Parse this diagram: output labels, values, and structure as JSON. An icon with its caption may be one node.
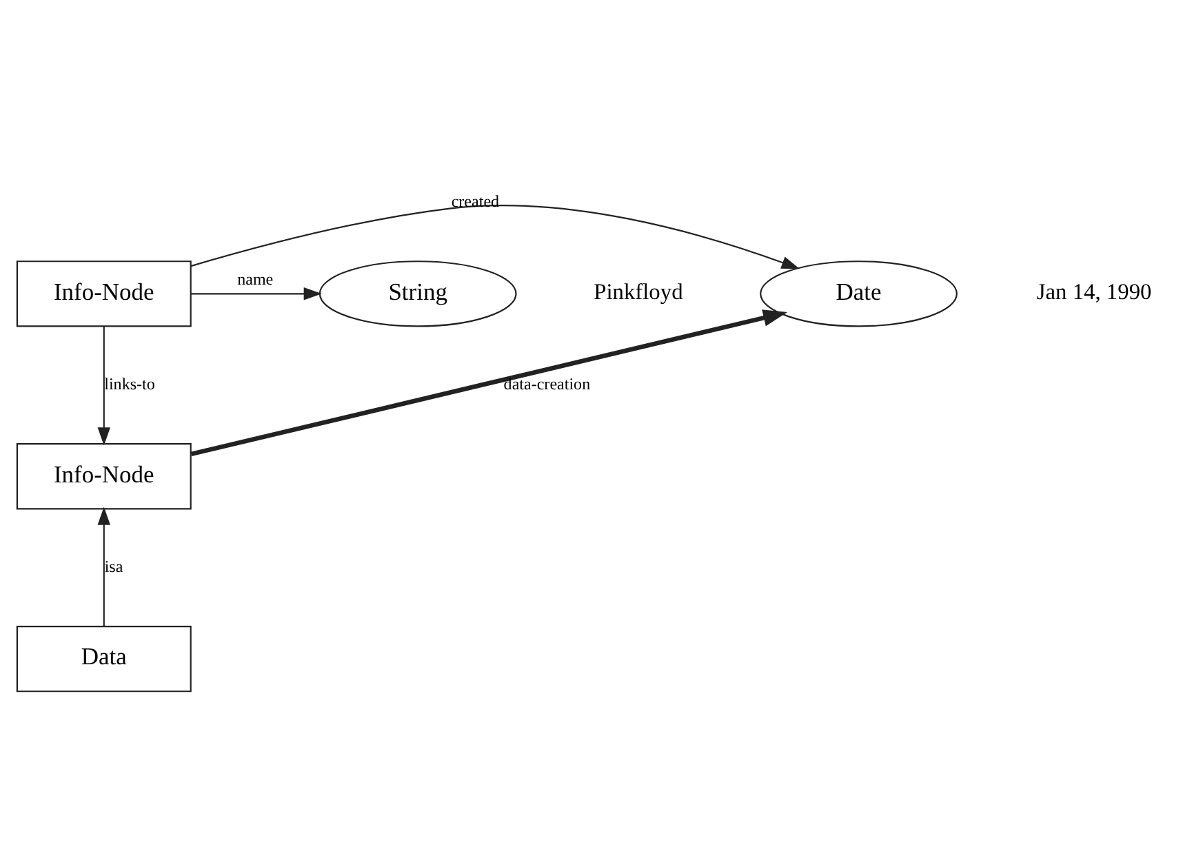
{
  "diagram": {
    "nodes": [
      {
        "text": [
          "Info-Node"
        ]
      },
      {
        "text": [
          "Date"
        ],
        "beside": [
          "Jan 14, 1990"
        ]
      },
      {
        "text": [
          "String"
        ],
        "beside": [
          "Pinkfloyd"
        ]
      },
      {
        "text": [
          "Info-Node"
        ]
      },
      {
        "text": [
          "Data"
        ]
      }
    ],
    "edges": [
      {
        "from": 0,
        "to": 1,
        "arrow": "to",
        "label": "created"
      },
      {
        "from": 0,
        "to": 2,
        "arrow": "to",
        "label": "name"
      },
      {
        "from": 0,
        "to": 3,
        "arrow": "to",
        "label": "links-to"
      },
      {
        "from": 4,
        "to": 3,
        "arrow": "to",
        "label": "isa"
      },
      {
        "from": 3,
        "to": 1,
        "arrow": "to",
        "label": "data-creation",
        "style": "thick"
      }
    ]
  }
}
